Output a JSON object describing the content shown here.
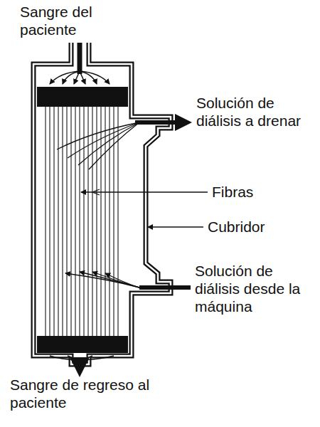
{
  "diagram": {
    "labels": [
      "Sangre del paciente",
      "Solución de diálisis a drenar",
      "Fibras",
      "Cubridor",
      "Solución de diálisis desde la máquina",
      "Sangre de regreso al paciente"
    ]
  }
}
